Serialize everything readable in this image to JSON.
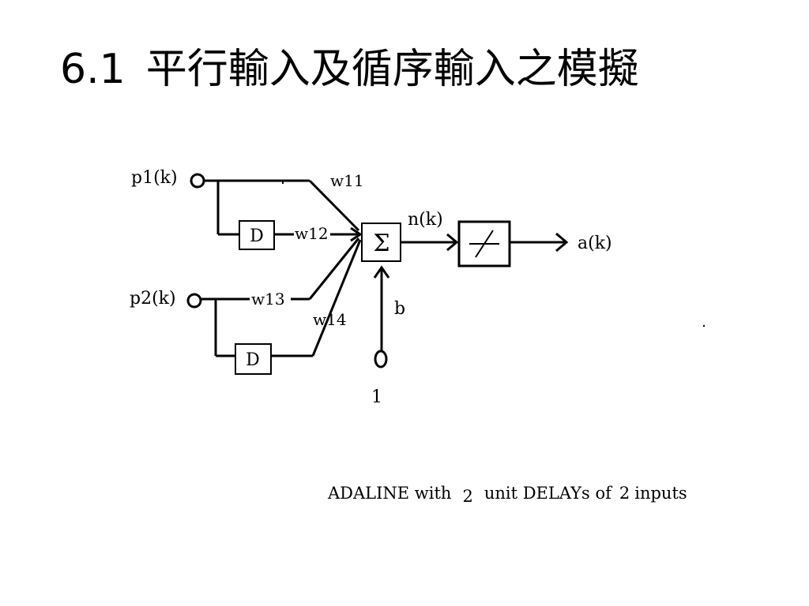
{
  "title": {
    "number": "6.1",
    "text": "平行輸入及循序輸入之模擬"
  },
  "diagram": {
    "inputs": {
      "p1": "p1(k)",
      "p2": "p2(k)"
    },
    "delay_label": "D",
    "weights": {
      "w11": "w11",
      "w12": "w12",
      "w13": "w13",
      "w14": "w14"
    },
    "sum_symbol": "Σ",
    "net_label": "n(k)",
    "output_label": "a(k)",
    "bias_label": "b",
    "bias_input": "1",
    "caption": {
      "part1": "ADALINE with",
      "n1": "2",
      "part2": "unit DELAYs of",
      "n2": "2",
      "part3": "inputs"
    }
  }
}
